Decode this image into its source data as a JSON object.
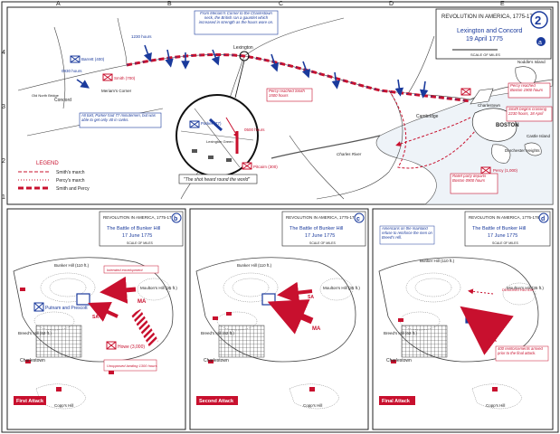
{
  "colors": {
    "blue": "#1a3a9c",
    "red": "#c8102e",
    "water": "#eef3f8",
    "ink": "#222222"
  },
  "grid_letters": [
    "A",
    "B",
    "C",
    "D",
    "E"
  ],
  "grid_numbers": [
    "4",
    "3",
    "2",
    "1"
  ],
  "main": {
    "series_title": "REVOLUTION IN AMERICA, 1775-1783",
    "plate_number": "2",
    "plate_letter": "a",
    "title": "Lexington and Concord",
    "date": "19 April 1775",
    "scale_label": "SCALE OF MILES",
    "legend_title": "LEGEND",
    "legend": [
      {
        "label": "Smith's march",
        "color": "#c8102e"
      },
      {
        "label": "Percy's march",
        "color": "#c8102e"
      },
      {
        "label": "Smith and Percy",
        "color": "#c8102e"
      }
    ],
    "callouts": {
      "merriam": "From Meriam's Corner to the Charlestown neck, the British ran a gauntlet which increased in strength as the hours wore on.",
      "parker": "All told, Parker had 77 minutemen, but was able to get only 40 in ranks.",
      "percy_reached": "Percy reached Smith 1500 hours",
      "percy_departs": "Relief party departs Boston 0900 hours",
      "smith_boston": "Percy reached Boston 1900 hours",
      "smith_begins": "Smith begins crossing 2230 hours, 18 April",
      "shot": "\"The shot heard round the world\""
    },
    "places": {
      "lexington": "Lexington",
      "concord": "Concord",
      "old_bridge": "Old North Bridge",
      "merriam": "Meriam's Corner",
      "cambridge": "Cambridge",
      "charlestown": "Charlestown",
      "boston": "BOSTON",
      "noddles": "Noddle's Island",
      "castle": "Castle Island",
      "dorchester": "Dorchester Heights",
      "lex_green": "Lexington Green",
      "charles": "Charles River"
    },
    "units": {
      "barrett": "Barrett (400)",
      "smith": "Smith (700)",
      "parker": "Parker (77)",
      "pitcairn": "Pitcairn (300)",
      "percy": "Percy (1,000)"
    },
    "times": {
      "t0930": "0930 hours",
      "t1230": "1230 hours",
      "t0500": "0500 hours"
    }
  },
  "panels": [
    {
      "series": "REVOLUTION IN AMERICA, 1775-1783",
      "letter": "b",
      "title": "The Battle of Bunker Hill",
      "date": "17 June 1775",
      "scale": "SCALE OF MILES",
      "attack": "First Attack",
      "labels": {
        "bunker": "Bunker Hill (110 ft.)",
        "moulton": "Moulton's Hill (35 ft.)",
        "breed": "Breed's Hill (62 ft.)",
        "charlestown": "Charlestown",
        "copps": "Copp's Hill",
        "ma": "MA",
        "sa": "SA",
        "putnam": "Putnam and Prescott",
        "howe": "Howe (3,000)",
        "note1": "Intended envelopment",
        "note2": "Unopposed landing 1300 hours"
      }
    },
    {
      "series": "REVOLUTION IN AMERICA, 1775-1783",
      "letter": "c",
      "title": "The Battle of Bunker Hill",
      "date": "17 June 1775",
      "scale": "SCALE OF MILES",
      "attack": "Second Attack",
      "labels": {
        "bunker": "Bunker Hill (110 ft.)",
        "moulton": "Moulton's Hill (35 ft.)",
        "breed": "Breed's Hill (62 ft.)",
        "charlestown": "Charlestown",
        "copps": "Copp's Hill",
        "ma": "MA",
        "sa": "SA"
      }
    },
    {
      "series": "REVOLUTION IN AMERICA, 1775-1783",
      "letter": "d",
      "title": "The Battle of Bunker Hill",
      "date": "17 June 1775",
      "scale": "SCALE OF MILES",
      "attack": "Final Attack",
      "labels": {
        "bunker": "Bunker Hill (110 ft.)",
        "moulton": "Moulton's Hill (35 ft.)",
        "breed": "Breed's Hill (62 ft.)",
        "charlestown": "Charlestown",
        "copps": "Copp's Hill",
        "ma": "MA",
        "demo": "DEMONSTRATION",
        "note1": "Americans on the mainland refuse to reinforce the men on Breed's Hill.",
        "note2": "400 reinforcements arrived prior to the final attack."
      }
    }
  ]
}
